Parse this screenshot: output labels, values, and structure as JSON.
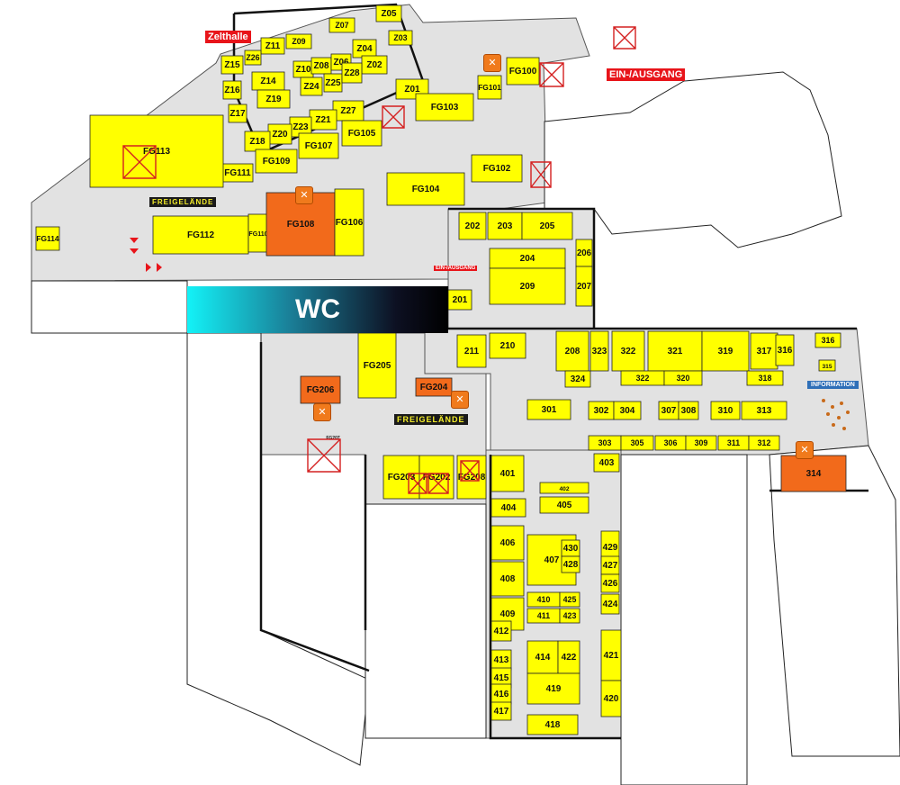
{
  "labels": {
    "zelthalle": "Zelthalle",
    "ein_ausgang_top": "EIN-/AUSGANG",
    "ein_ausgang_mid": "EIN-/AUSGANG",
    "freigelaende_top": "FREIGELÄNDE",
    "freigelaende_mid": "FREIGELÄNDE",
    "information": "INFORMATION",
    "wc": "WC"
  },
  "colors": {
    "stand": "#ffff00",
    "catering_stand": "#f26a1b",
    "hall_floor": "#e2e2e2",
    "walls": "#000000"
  },
  "stands": {
    "Z01": "Z01",
    "Z02": "Z02",
    "Z03": "Z03",
    "Z04": "Z04",
    "Z05": "Z05",
    "Z06": "Z06",
    "Z07": "Z07",
    "Z08": "Z08",
    "Z09": "Z09",
    "Z10": "Z10",
    "Z11": "Z11",
    "Z14": "Z14",
    "Z15": "Z15",
    "Z16": "Z16",
    "Z17": "Z17",
    "Z18": "Z18",
    "Z19": "Z19",
    "Z20": "Z20",
    "Z21": "Z21",
    "Z23": "Z23",
    "Z24": "Z24",
    "Z25": "Z25",
    "Z26": "Z26",
    "Z27": "Z27",
    "Z28": "Z28",
    "FG100": "FG100",
    "FG101": "FG101",
    "FG102": "FG102",
    "FG103": "FG103",
    "FG104": "FG104",
    "FG105": "FG105",
    "FG106": "FG106",
    "FG107": "FG107",
    "FG108": "FG108",
    "FG109": "FG109",
    "FG110": "FG110",
    "FG111": "FG111",
    "FG112": "FG112",
    "FG113": "FG113",
    "FG114": "FG114",
    "FG202": "FG202",
    "FG203": "FG203",
    "FG204": "FG204",
    "FG205": "FG205",
    "FG206": "FG206",
    "FG207": "FG207",
    "FG208": "FG208",
    "201": "201",
    "202": "202",
    "203": "203",
    "204": "204",
    "205": "205",
    "206": "206",
    "207": "207",
    "208": "208",
    "209": "209",
    "210": "210",
    "211": "211",
    "301": "301",
    "302": "302",
    "303": "303",
    "304": "304",
    "305": "305",
    "306": "306",
    "307": "307",
    "308": "308",
    "309": "309",
    "310": "310",
    "311": "311",
    "312": "312",
    "313": "313",
    "314": "314",
    "315": "315",
    "316": "316",
    "317": "317",
    "318": "318",
    "319": "319",
    "320": "320",
    "321": "321",
    "322": "322",
    "323": "323",
    "324": "324",
    "401": "401",
    "402": "402",
    "403": "403",
    "404": "404",
    "405": "405",
    "406": "406",
    "407": "407",
    "408": "408",
    "409": "409",
    "410": "410",
    "411": "411",
    "412": "412",
    "413": "413",
    "414": "414",
    "415": "415",
    "416": "416",
    "417": "417",
    "418": "418",
    "419": "419",
    "420": "420",
    "421": "421",
    "422": "422",
    "423": "423",
    "424": "424",
    "425": "425",
    "426": "426",
    "427": "427",
    "428": "428",
    "429": "429",
    "430": "430"
  }
}
